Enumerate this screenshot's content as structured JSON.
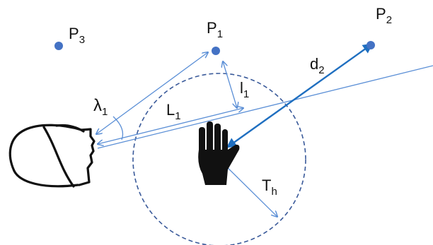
{
  "points": [
    {
      "id": "P3",
      "label_main": "P",
      "label_sub": "3"
    },
    {
      "id": "P1",
      "label_main": "P",
      "label_sub": "1"
    },
    {
      "id": "P2",
      "label_main": "P",
      "label_sub": "2"
    }
  ],
  "labels": {
    "lambda": {
      "main": "λ",
      "sub": "1"
    },
    "L": {
      "main": "L",
      "sub": "1"
    },
    "l": {
      "main": "l",
      "sub": "1"
    },
    "d": {
      "main": "d",
      "sub": "2"
    },
    "T": {
      "main": "T",
      "sub": "h"
    }
  },
  "colors": {
    "point": "#4472c4",
    "arrow": "#5b8fd6",
    "strong_arrow": "#1f6fc0",
    "circle": "#3a5a9a",
    "ink": "#111111"
  },
  "icons": {
    "hand": "hand-icon",
    "head": "head-icon"
  }
}
